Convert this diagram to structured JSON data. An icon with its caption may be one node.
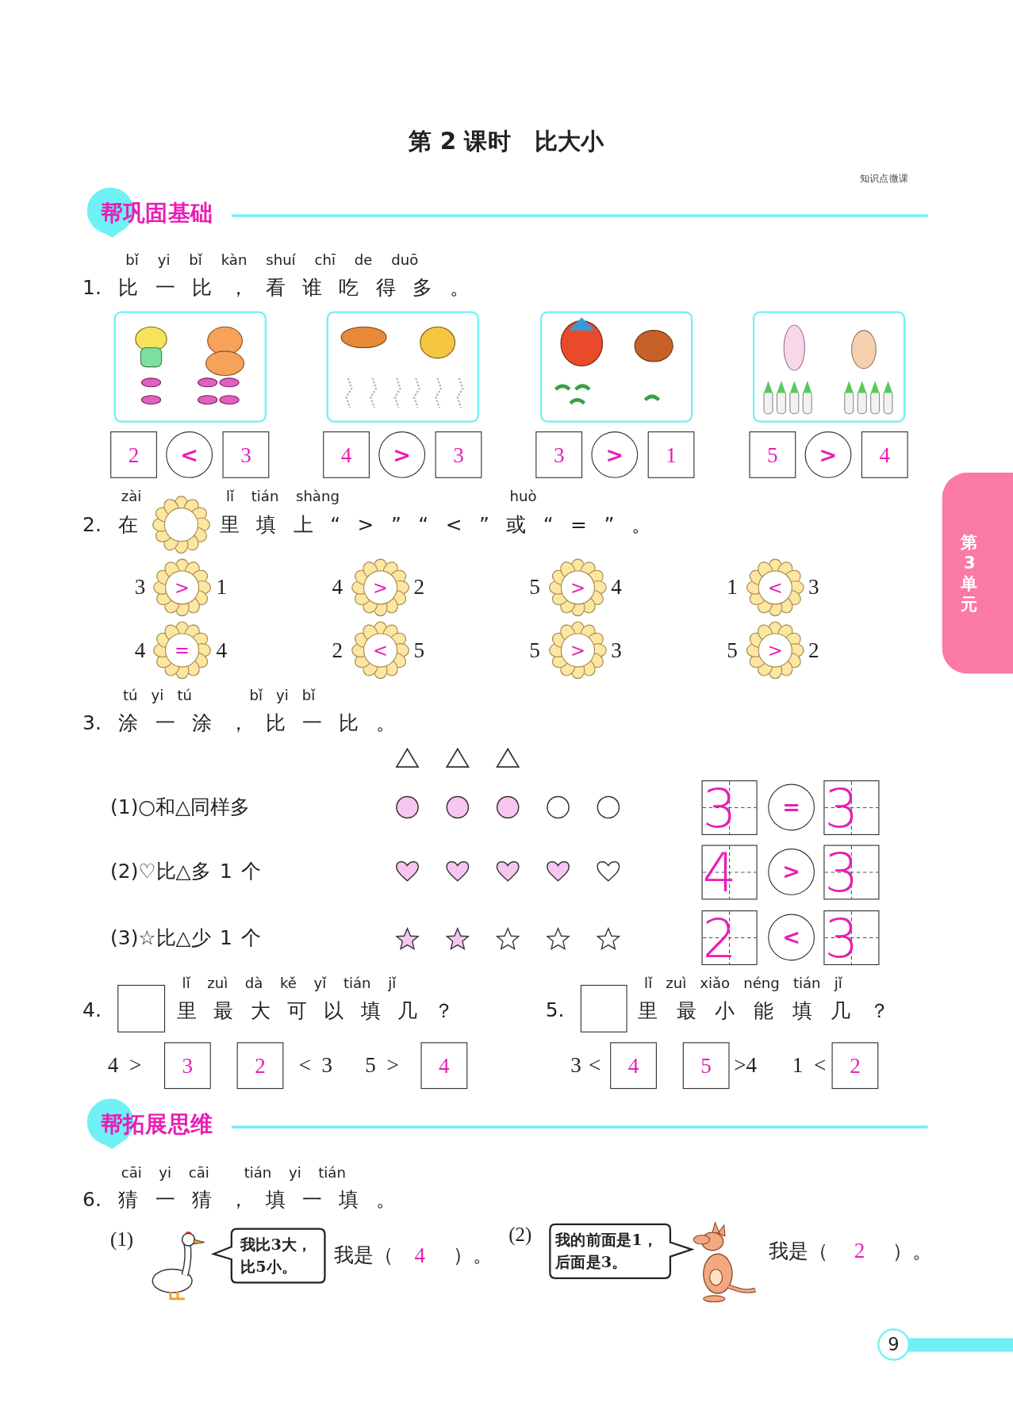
{
  "diagram": {
    "title": "第 2 课时　比大小",
    "nodes": [
      {
        "text": [],
        "shape": "picture"
      },
      {
        "text": [],
        "shape": "picture"
      },
      {
        "text": [],
        "shape": "picture"
      },
      {
        "text": [],
        "shape": "picture"
      },
      {
        "text": [
          "2"
        ]
      },
      {
        "text": [
          "<"
        ]
      },
      {
        "text": [
          "3"
        ]
      },
      {
        "text": [
          "4"
        ]
      },
      {
        "text": [
          ">"
        ]
      },
      {
        "text": [
          "3"
        ]
      },
      {
        "text": [
          "3"
        ]
      },
      {
        "text": [
          ">"
        ]
      },
      {
        "text": [
          "1"
        ]
      },
      {
        "text": [
          "5"
        ]
      },
      {
        "text": [
          ">"
        ]
      },
      {
        "text": [
          "4"
        ]
      },
      {
        "text": [],
        "shape": "circle"
      },
      {
        "text": [
          ">"
        ]
      },
      {
        "text": [
          ">"
        ]
      },
      {
        "text": [
          ">"
        ]
      },
      {
        "text": [
          "<"
        ]
      },
      {
        "text": [
          "="
        ]
      },
      {
        "text": [
          "<"
        ]
      },
      {
        "text": [
          ">"
        ]
      },
      {
        "text": [
          ">"
        ]
      },
      {
        "text": [
          "3"
        ]
      },
      {
        "text": [
          "="
        ]
      },
      {
        "text": [
          "3"
        ]
      },
      {
        "text": [
          "4"
        ]
      },
      {
        "text": [
          ">"
        ]
      },
      {
        "text": [
          "3"
        ]
      },
      {
        "text": [
          "2"
        ]
      },
      {
        "text": [
          "<"
        ]
      },
      {
        "text": [
          "3"
        ]
      },
      {
        "text": [],
        "shape": "box"
      },
      {
        "text": [],
        "shape": "box"
      },
      {
        "text": [
          "3"
        ]
      },
      {
        "text": [
          "2"
        ]
      },
      {
        "text": [
          "4"
        ]
      },
      {
        "text": [
          "4"
        ]
      },
      {
        "text": [
          "5"
        ]
      },
      {
        "text": [
          "2"
        ]
      },
      {
        "text": [],
        "shape": "picture"
      },
      {
        "text": [
          "我比3大，比5小。"
        ]
      },
      {
        "text": [
          "我的前面是1，后面是3。"
        ]
      },
      {
        "text": [],
        "shape": "picture"
      },
      {
        "text": [
          "第3单元"
        ]
      },
      {
        "text": [
          "9"
        ]
      }
    ],
    "labels": [
      "知识点微课",
      "帮巩固基础",
      "bǐ yi bǐ kàn shuí chī de duō",
      "1. 比 一 比 ， 看 谁 吃 得 多 。",
      "zài",
      "lǐ tián shàng",
      "huò",
      "2. 在",
      "里 填 上 “ > ” “ < ” 或 “ = ” 。",
      "3",
      "1",
      "4",
      "2",
      "5",
      "4",
      "1",
      "3",
      "4",
      "4",
      "2",
      "5",
      "5",
      "3",
      "5",
      "2",
      "tú yi tú",
      "bǐ yi bǐ",
      "3. 涂 一 涂 ， 比 一 比 。",
      "(1)○和△同样多",
      "(2)♡比△多 1 个",
      "(3)☆比△少 1 个",
      "lǐ zuì dà kě yǐ tián jǐ",
      "4.",
      "里 最 大 可 以 填 几 ？",
      "lǐ zuì xiǎo néng tián jǐ",
      "5.",
      "里 最 小 能 填 几 ？",
      "4 >",
      "< 3",
      "5 >",
      "3 <",
      ">4",
      "1 <",
      "帮拓展思维",
      "cāi yi cāi",
      "tián yi tián",
      "6. 猜 一 猜 ， 填 一 填 。",
      "(1)",
      "我是（",
      "4",
      "）。",
      "(2)",
      "我是（",
      "2",
      "）。"
    ]
  }
}
